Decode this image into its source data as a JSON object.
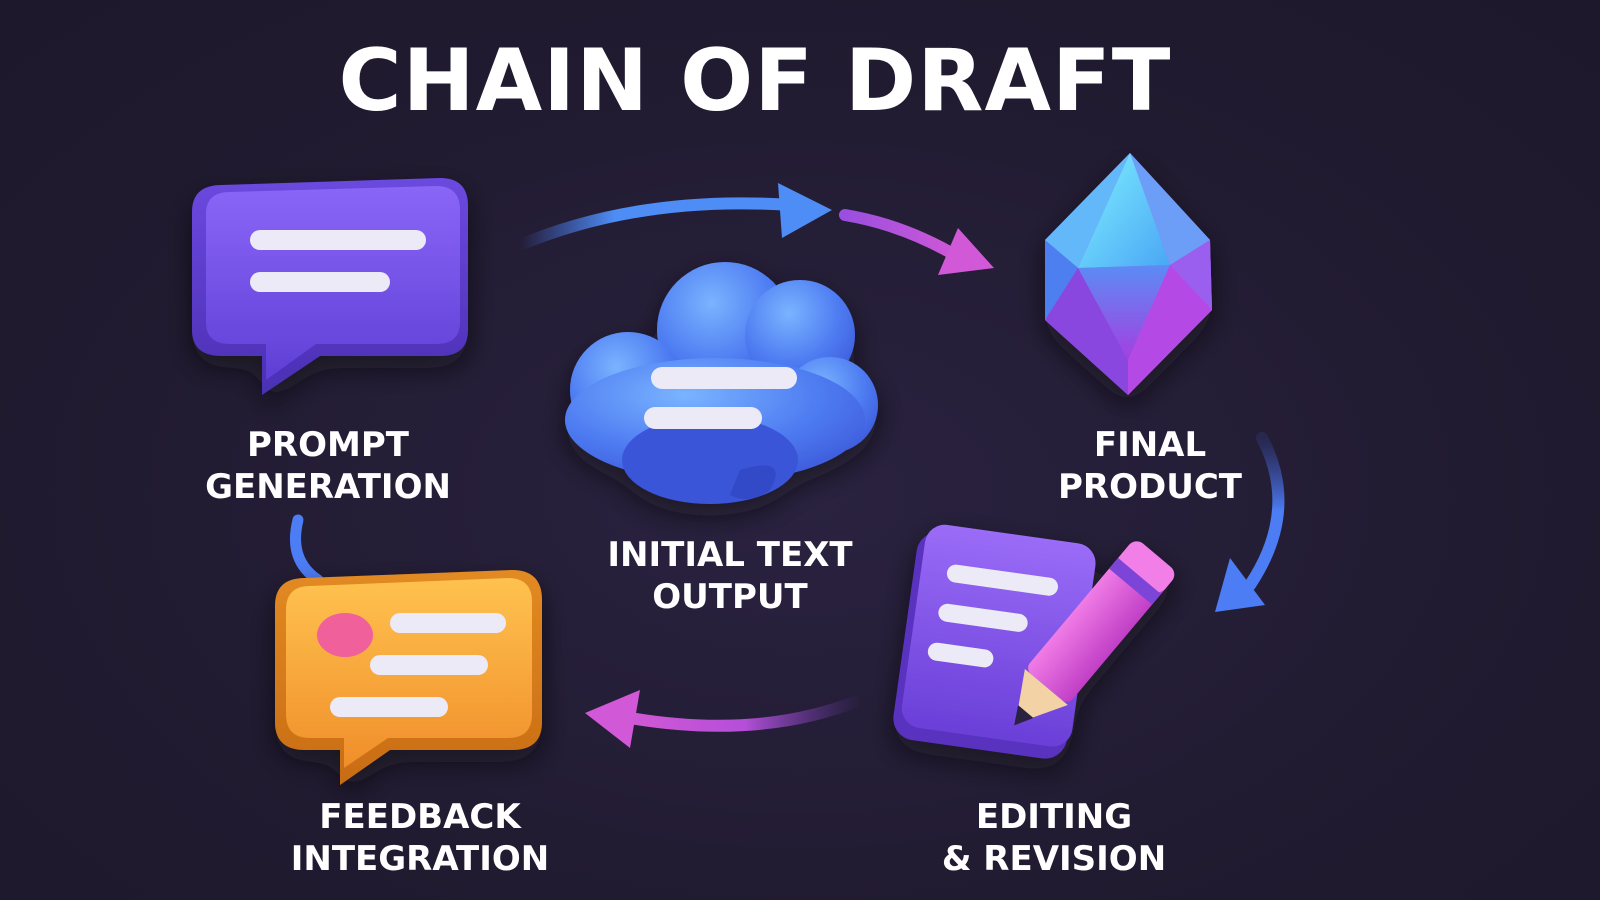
{
  "title": "CHAIN OF DRAFT",
  "steps": [
    {
      "id": "prompt",
      "line1": "PROMPT",
      "line2": "GENERATION",
      "icon": "speech-bubble-icon"
    },
    {
      "id": "initial",
      "line1": "INITIAL TEXT",
      "line2": "OUTPUT",
      "icon": "cloud-icon"
    },
    {
      "id": "final",
      "line1": "FINAL",
      "line2": "PRODUCT",
      "icon": "crystal-gem-icon"
    },
    {
      "id": "editing",
      "line1": "EDITING",
      "line2": "& REVISION",
      "icon": "document-pencil-icon"
    },
    {
      "id": "feedback",
      "line1": "FEEDBACK",
      "line2": "INTEGRATION",
      "icon": "feedback-bubble-icon"
    }
  ],
  "colors": {
    "background": "#221c33",
    "purple": "#7b55f0",
    "blue": "#4d7df5",
    "cyan": "#5ad7f5",
    "magenta": "#d158d6",
    "orange": "#f7a83a",
    "pink": "#f0609a"
  }
}
